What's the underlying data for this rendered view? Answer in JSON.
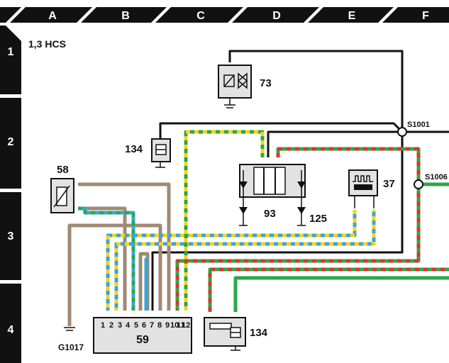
{
  "title": "1,3 HCS",
  "columns": [
    "A",
    "B",
    "C",
    "D",
    "E",
    "F"
  ],
  "rows": [
    "1",
    "2",
    "3",
    "4"
  ],
  "components": {
    "c73": "73",
    "c134_top": "134",
    "c58": "58",
    "c93": "93",
    "c125": "125",
    "c37": "37",
    "c59": "59",
    "c134_bottom": "134"
  },
  "splices": {
    "s1001": "S1001",
    "s1006": "S1006"
  },
  "ground": {
    "g1017": "G1017"
  },
  "connector_pins": [
    "1",
    "2",
    "3",
    "4",
    "5",
    "6",
    "7",
    "8",
    "9",
    "10",
    "11",
    "12"
  ],
  "wire_colors": {
    "black": "#111111",
    "brown": "#a08a75",
    "green": "#2aa84a",
    "yellow": "#f2d41c",
    "blue": "#3aa5d8",
    "red": "#e0322a",
    "grey_fill": "#e2e2e2"
  }
}
